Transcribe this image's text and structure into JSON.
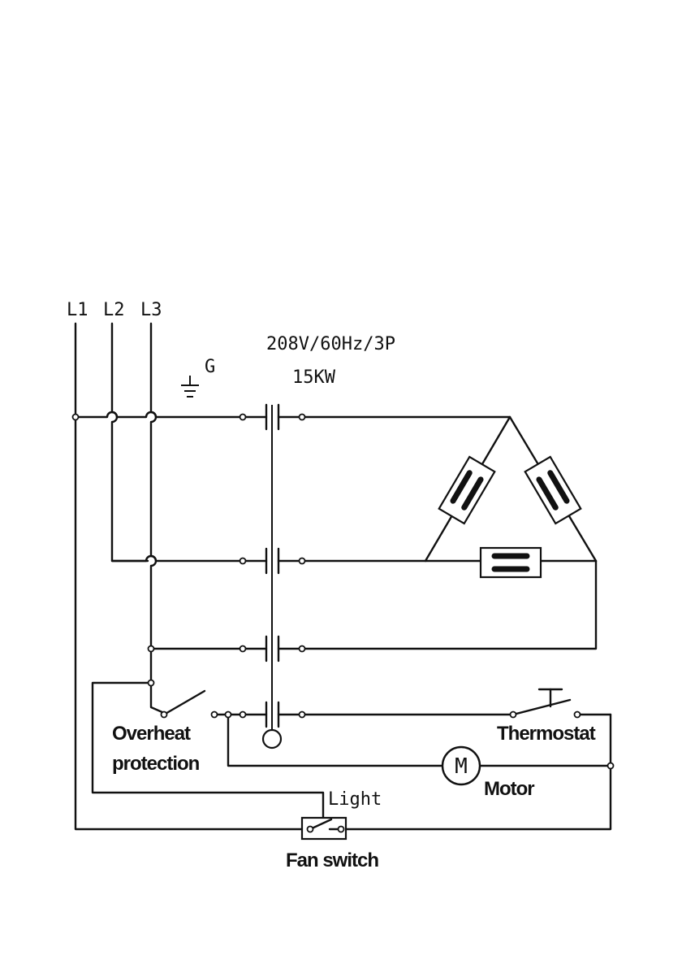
{
  "diagram": {
    "lines": {
      "l1": "L1",
      "l2": "L2",
      "l3": "L3"
    },
    "ground": "G",
    "rating": {
      "voltage": "208V/60Hz/3P",
      "power": "15KW"
    },
    "labels": {
      "overheat_line1": "Overheat",
      "overheat_line2": "protection",
      "thermostat": "Thermostat",
      "motor": "Motor",
      "motor_symbol": "M",
      "light": "Light",
      "fan_switch": "Fan switch"
    }
  }
}
